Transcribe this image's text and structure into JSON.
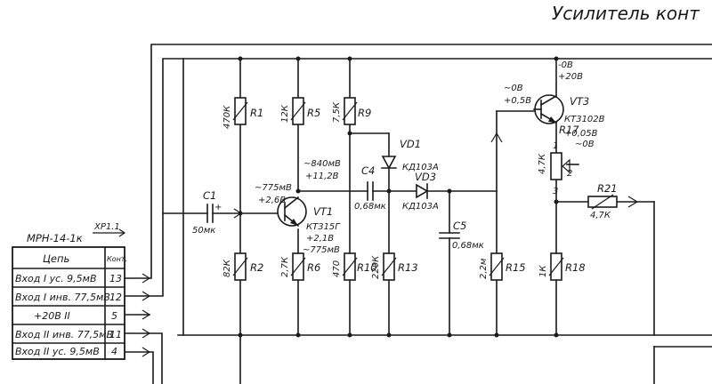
{
  "title": "Усилитель конт",
  "connector": {
    "block": "МРН-14-1к",
    "ref": "ХР1.1"
  },
  "table": {
    "headers": [
      "Цепь",
      "Конт."
    ],
    "rows": [
      {
        "circuit": "Вход I ус. 9,5мВ",
        "contact": "13"
      },
      {
        "circuit": "Вход I инв. 77,5мВ",
        "contact": "12"
      },
      {
        "circuit": "+20В II",
        "contact": "5"
      },
      {
        "circuit": "Вход II инв. 77,5мВ",
        "contact": "11"
      },
      {
        "circuit": "Вход II ус. 9,5мВ",
        "contact": "4"
      }
    ]
  },
  "components": {
    "C1": {
      "ref": "C1",
      "value": "50мк"
    },
    "C4": {
      "ref": "C4",
      "value": "0,68мк"
    },
    "C5": {
      "ref": "C5",
      "value": "0,68мк"
    },
    "R1": {
      "ref": "R1",
      "value": "470К"
    },
    "R2": {
      "ref": "R2",
      "value": "82К"
    },
    "R5": {
      "ref": "R5",
      "value": "12К"
    },
    "R6": {
      "ref": "R6",
      "value": "2,7К"
    },
    "R9": {
      "ref": "R9",
      "value": "7,5К"
    },
    "R10": {
      "ref": "R10",
      "value": "470"
    },
    "R13": {
      "ref": "R13",
      "value": "220К"
    },
    "R15": {
      "ref": "R15",
      "value": "2,2м"
    },
    "R17": {
      "ref": "R17",
      "value": "4,7К"
    },
    "R18": {
      "ref": "R18",
      "value": "1К"
    },
    "R21": {
      "ref": "R21",
      "value": "4,7К"
    },
    "VD1": {
      "ref": "VD1",
      "value": "КД103А"
    },
    "VD3": {
      "ref": "VD3",
      "value": "КД103А"
    },
    "VT1": {
      "ref": "VT1",
      "value": "КТ315Г"
    },
    "VT3": {
      "ref": "VT3",
      "value": "КТ3102В"
    }
  },
  "voltages": {
    "vt1_base": [
      "~775мВ",
      "+2,6В"
    ],
    "vt1_collector": [
      "~840мВ",
      "+11,2В"
    ],
    "vt1_emitter": [
      "+2,1В",
      "~775мВ"
    ],
    "vt3_base": [
      "~0В",
      "+0,5В"
    ],
    "vt3_collector": [
      "-0В",
      "+20В"
    ],
    "vt3_emitter": [
      "+0,05В",
      "~0В"
    ]
  },
  "pins": {
    "p1": "1",
    "p2": "2",
    "p3": "3"
  },
  "plus_sign": "+"
}
